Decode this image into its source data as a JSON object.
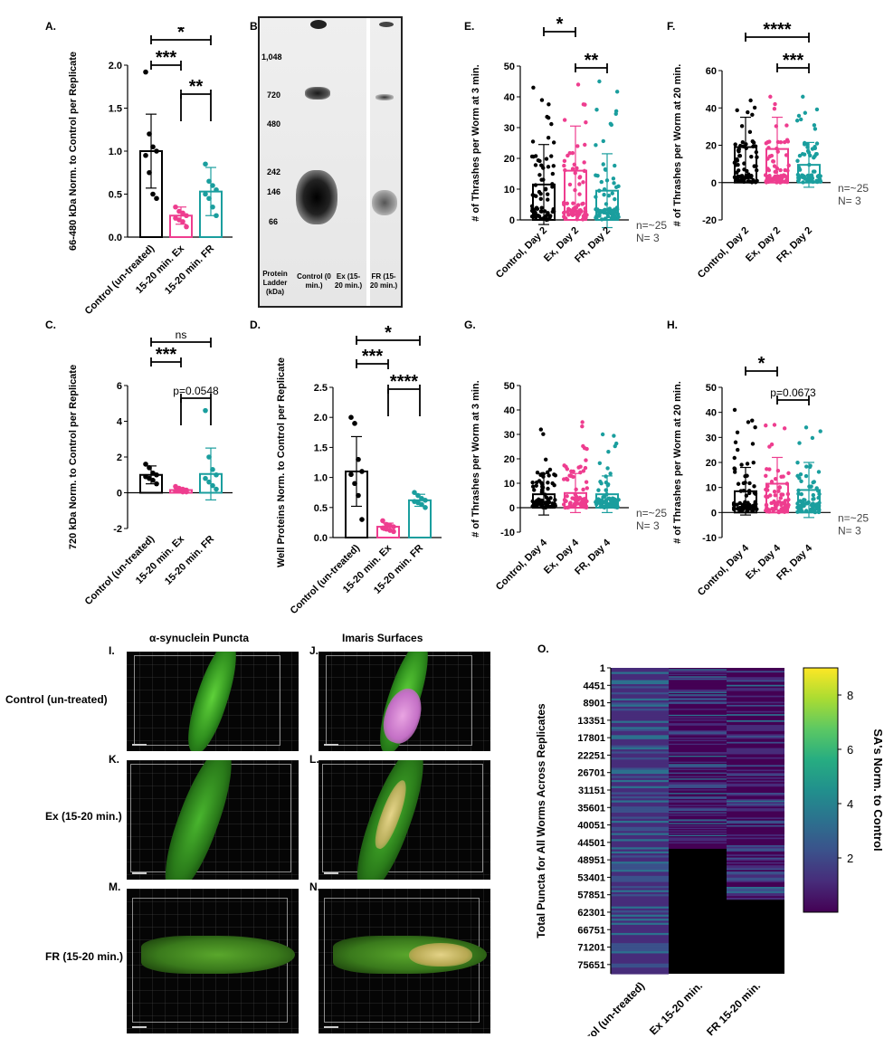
{
  "colors": {
    "control": "#000000",
    "ex": "#ee3d8f",
    "fr": "#1a9e9e"
  },
  "panels": {
    "A": "A.",
    "B": "B.",
    "C": "C.",
    "D": "D.",
    "E": "E.",
    "F": "F.",
    "G": "G.",
    "H": "H.",
    "I": "I.",
    "J": "J.",
    "K": "K.",
    "L": "L.",
    "M": "M.",
    "N": "N.",
    "O": "O."
  },
  "groups3": [
    "Control (un-treated)",
    "15-20 min. Ex",
    "15-20 min. FR"
  ],
  "chart_data": [
    {
      "panel": "A",
      "type": "bar",
      "ylabel": "66-480 kDa Norm. to Control per Replicate",
      "categories": [
        "Control (un-treated)",
        "15-20 min. Ex",
        "15-20 min. FR"
      ],
      "values": [
        1.0,
        0.25,
        0.53
      ],
      "sd": [
        0.43,
        0.1,
        0.28
      ],
      "ylim": [
        0,
        2.0
      ],
      "ticks": [
        0.0,
        0.5,
        1.0,
        1.5,
        2.0
      ],
      "tick_labels": [
        "0.0",
        "0.5",
        "1.0",
        "1.5",
        "2.0"
      ],
      "points": [
        [
          1.92,
          1.2,
          1.05,
          1.0,
          0.95,
          0.75,
          0.5,
          0.45
        ],
        [
          0.35,
          0.3,
          0.28,
          0.25,
          0.22,
          0.2,
          0.18,
          0.12
        ],
        [
          0.85,
          0.65,
          0.6,
          0.55,
          0.5,
          0.45,
          0.35,
          0.25
        ]
      ],
      "sig": [
        {
          "from": 0,
          "to": 2,
          "label": "*"
        },
        {
          "from": 0,
          "to": 1,
          "label": "***"
        },
        {
          "from": 1,
          "to": 2,
          "label": "**"
        }
      ]
    },
    {
      "panel": "C",
      "type": "bar",
      "ylabel": "720 kDa Norm. to Control per Replicate",
      "categories": [
        "Control (un-treated)",
        "15-20 min. Ex",
        "15-20 min. FR"
      ],
      "values": [
        1.0,
        0.15,
        1.05
      ],
      "sd": [
        0.5,
        0.1,
        1.45
      ],
      "ylim": [
        -2,
        6
      ],
      "ticks": [
        -2,
        0,
        2,
        4,
        6
      ],
      "tick_labels": [
        "-2",
        "0",
        "2",
        "4",
        "6"
      ],
      "points": [
        [
          1.6,
          1.4,
          1.1,
          1.0,
          0.9,
          0.8,
          0.7,
          0.5
        ],
        [
          0.35,
          0.25,
          0.2,
          0.15,
          0.1,
          0.1,
          0.05,
          0.05
        ],
        [
          4.6,
          2.0,
          1.3,
          1.0,
          0.8,
          0.6,
          0.4,
          0.2
        ]
      ],
      "sig": [
        {
          "from": 0,
          "to": 2,
          "label": "ns"
        },
        {
          "from": 0,
          "to": 1,
          "label": "***"
        },
        {
          "from": 1,
          "to": 2,
          "label": "p=0.0548"
        }
      ]
    },
    {
      "panel": "D",
      "type": "bar",
      "ylabel": "Well Proteins Norm. to Control per Replicate",
      "categories": [
        "Control (un-treated)",
        "15-20 min. Ex",
        "15-20 min. FR"
      ],
      "values": [
        1.1,
        0.18,
        0.62
      ],
      "sd": [
        0.58,
        0.06,
        0.1
      ],
      "ylim": [
        0,
        2.5
      ],
      "ticks": [
        0.0,
        0.5,
        1.0,
        1.5,
        2.0,
        2.5
      ],
      "tick_labels": [
        "0.0",
        "0.5",
        "1.0",
        "1.5",
        "2.0",
        "2.5"
      ],
      "points": [
        [
          2.0,
          1.9,
          1.3,
          1.1,
          1.05,
          0.9,
          0.7,
          0.3
        ],
        [
          0.28,
          0.22,
          0.2,
          0.18,
          0.16,
          0.14,
          0.12,
          0.1
        ],
        [
          0.75,
          0.7,
          0.65,
          0.62,
          0.6,
          0.58,
          0.55,
          0.5
        ]
      ],
      "sig": [
        {
          "from": 0,
          "to": 2,
          "label": "*"
        },
        {
          "from": 0,
          "to": 1,
          "label": "***"
        },
        {
          "from": 1,
          "to": 2,
          "label": "****"
        }
      ]
    },
    {
      "panel": "E",
      "type": "bar",
      "ylabel": "# of Thrashes per Worm at 3 min.",
      "categories": [
        "Control, Day 2",
        "Ex, Day 2",
        "FR, Day 2"
      ],
      "values": [
        11.5,
        16,
        9.5
      ],
      "sd": [
        13,
        14.5,
        12
      ],
      "ylim": [
        0,
        50
      ],
      "ticks": [
        0,
        10,
        20,
        30,
        40,
        50
      ],
      "tick_labels": [
        "0",
        "10",
        "20",
        "30",
        "40",
        "50"
      ],
      "max": [
        43,
        44,
        45
      ],
      "sig": [
        {
          "from": 0,
          "to": 1,
          "label": "*"
        },
        {
          "from": 1,
          "to": 2,
          "label": "**"
        }
      ],
      "note1": "n=~25",
      "note2": "N= 3"
    },
    {
      "panel": "F",
      "type": "bar",
      "ylabel": "# of Thrashes per Worm at 20 min.",
      "categories": [
        "Control, Day 2",
        "Ex, Day 2",
        "FR, Day 2"
      ],
      "values": [
        19,
        18,
        9.5
      ],
      "sd": [
        16,
        17,
        12
      ],
      "ylim": [
        -20,
        60
      ],
      "ticks": [
        -20,
        0,
        20,
        40,
        60
      ],
      "tick_labels": [
        "-20",
        "0",
        "20",
        "40",
        "60"
      ],
      "max": [
        44,
        46,
        46
      ],
      "sig": [
        {
          "from": 0,
          "to": 2,
          "label": "****"
        },
        {
          "from": 1,
          "to": 2,
          "label": "***"
        }
      ],
      "note1": "n=~25",
      "note2": "N= 3"
    },
    {
      "panel": "G",
      "type": "bar",
      "ylabel": "# of Thrashes per Worm at 3 min.",
      "categories": [
        "Control, Day 4",
        "Ex, Day 4",
        "FR, Day 4"
      ],
      "values": [
        5.5,
        6,
        5.5
      ],
      "sd": [
        8.5,
        8,
        7.5
      ],
      "ylim": [
        -10,
        50
      ],
      "ticks": [
        -10,
        0,
        10,
        20,
        30,
        40,
        50
      ],
      "tick_labels": [
        "-10",
        "0",
        "10",
        "20",
        "30",
        "40",
        "50"
      ],
      "max": [
        32,
        35,
        30
      ],
      "sig": [],
      "note1": "n=~25",
      "note2": "N= 3"
    },
    {
      "panel": "H",
      "type": "bar",
      "ylabel": "# of Thrashes per Worm at 20 min.",
      "categories": [
        "Control, Day 4",
        "Ex, Day 4",
        "FR, Day 4"
      ],
      "values": [
        8.5,
        11.5,
        9
      ],
      "sd": [
        9.5,
        10.5,
        11
      ],
      "ylim": [
        -10,
        50
      ],
      "ticks": [
        -10,
        0,
        10,
        20,
        30,
        40,
        50
      ],
      "tick_labels": [
        "-10",
        "0",
        "10",
        "20",
        "30",
        "40",
        "50"
      ],
      "max": [
        41,
        35,
        34
      ],
      "sig": [
        {
          "from": 0,
          "to": 1,
          "label": "*"
        },
        {
          "from": 1,
          "to": 2,
          "label": "p=0.0673"
        }
      ],
      "note1": "n=~25",
      "note2": "N= 3"
    },
    {
      "panel": "O",
      "type": "heatmap",
      "ylabel": "Total Puncta for All Worms Across Replicates",
      "categories": [
        "Control (un-treated)",
        "Ex 15-20 min.",
        "FR 15-20 min."
      ],
      "y_ticks": [
        "1",
        "4451",
        "8901",
        "13351",
        "17801",
        "22251",
        "26701",
        "31151",
        "35601",
        "40051",
        "44501",
        "48951",
        "53401",
        "57851",
        "62301",
        "66751",
        "71201",
        "75651"
      ],
      "y_max": 78000,
      "column_extent": [
        78000,
        46000,
        59000
      ],
      "colorbar_label": "SA's Norm. to Control",
      "colorbar_ticks": [
        "2",
        "4",
        "6",
        "8"
      ],
      "colorbar_range": [
        0,
        9
      ]
    }
  ],
  "blot": {
    "ladder": [
      "1,048",
      "720",
      "480",
      "242",
      "146",
      "66"
    ],
    "ladder_values": [
      1048,
      720,
      480,
      242,
      146,
      66
    ],
    "lane_ladder": "Protein Ladder (kDa)",
    "lane_control": "Control (0 min.)",
    "lane_ex": "Ex (15-20 min.)",
    "lane_fr": "FR (15-20 min.)"
  },
  "micro": {
    "header_left": "α-synuclein Puncta",
    "header_right": "Imaris Surfaces",
    "row1": "Control (un-treated)",
    "row2": "Ex (15-20 min.)",
    "row3": "FR (15-20 min.)"
  }
}
